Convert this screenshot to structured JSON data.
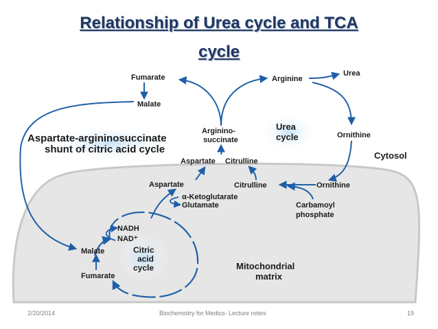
{
  "title": {
    "line1": "Relationship of Urea cycle and TCA",
    "line2": "cycle"
  },
  "diagram": {
    "fumarate_top": "Fumarate",
    "malate_top": "Malate",
    "shunt_line1": "Aspartate-argininosuccinate",
    "shunt_line2": "shunt of citric acid cycle",
    "arginino_line1": "Arginino-",
    "arginino_line2": "succinate",
    "aspartate_citrulline_aspartate": "Aspartate",
    "aspartate_citrulline_citrulline": "Citrulline",
    "arginine": "Arginine",
    "urea": "Urea",
    "urea_cycle_line1": "Urea",
    "urea_cycle_line2": "cycle",
    "ornithine_cytosol": "Ornithine",
    "cytosol": "Cytosol",
    "aspartate_mito": "Aspartate",
    "citrulline_mito": "Citrulline",
    "ornithine_mito": "Ornithine",
    "ketoglutarate": "α-Ketoglutarate",
    "glutamate": "Glutamate",
    "carbamoyl_line1": "Carbamoyl",
    "carbamoyl_line2": "phosphate",
    "nadh": "NADH",
    "nad": "NAD⁺",
    "malate_mito": "Malate",
    "citric_line1": "Citric",
    "citric_line2": "acid",
    "citric_line3": "cycle",
    "fumarate_mito": "Fumarate",
    "mito_line1": "Mitochondrial",
    "mito_line2": "matrix"
  },
  "footer": {
    "date": "2/20/2014",
    "center": "Biochemistry for Medics- Lecture notes",
    "page": "19"
  },
  "colors": {
    "title": "#1f3864",
    "arrow": "#1f5fa8",
    "mitochondrion_fill": "#e6e6e6",
    "mitochondrion_stroke": "#c8c8c8"
  }
}
